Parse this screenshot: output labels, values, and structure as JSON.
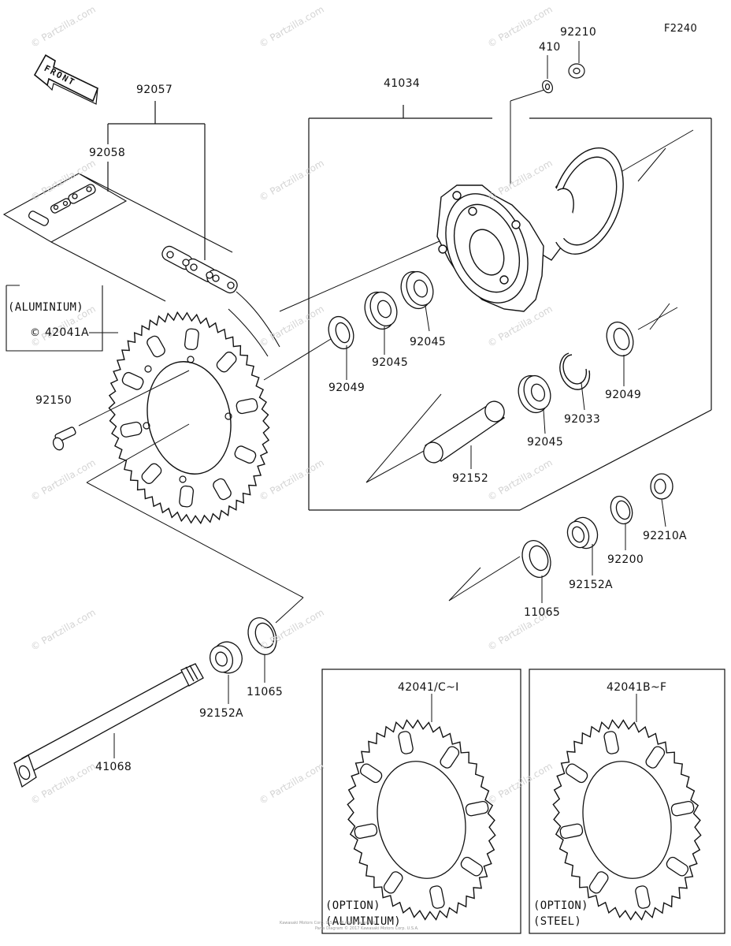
{
  "diagram_code": "F2240",
  "front_arrow": {
    "text": "FRONT"
  },
  "watermark": "© Partzilla.com",
  "parts": {
    "p92057": "92057",
    "p92058": "92058",
    "p41034": "41034",
    "p410": "410",
    "p92210": "92210",
    "p92045a": "92045",
    "p92045b": "92045",
    "p92045c": "92045",
    "p92049a": "92049",
    "p92049b": "92049",
    "p92033": "92033",
    "p92152": "92152",
    "p92150": "92150",
    "p42041A": "42041A",
    "p92210A": "92210A",
    "p92200": "92200",
    "p92152A_a": "92152A",
    "p92152A_b": "92152A",
    "p11065_a": "11065",
    "p11065_b": "11065",
    "p41068": "41068",
    "p42041CI": "42041/C~I",
    "p42041BF": "42041B~F"
  },
  "aluminium_label": "(ALUMINIUM)",
  "option_boxes": {
    "left": {
      "line1": "(OPTION)",
      "line2": "(ALUMINIUM)"
    },
    "right": {
      "line1": "(OPTION)",
      "line2": "(STEEL)"
    }
  },
  "copyright_line1": "Kawasaki Motors Corp. U.S.A. All rights reserved.",
  "copyright_line2": "Parts Diagram © 2017 Kawasaki Motors Corp. U.S.A."
}
